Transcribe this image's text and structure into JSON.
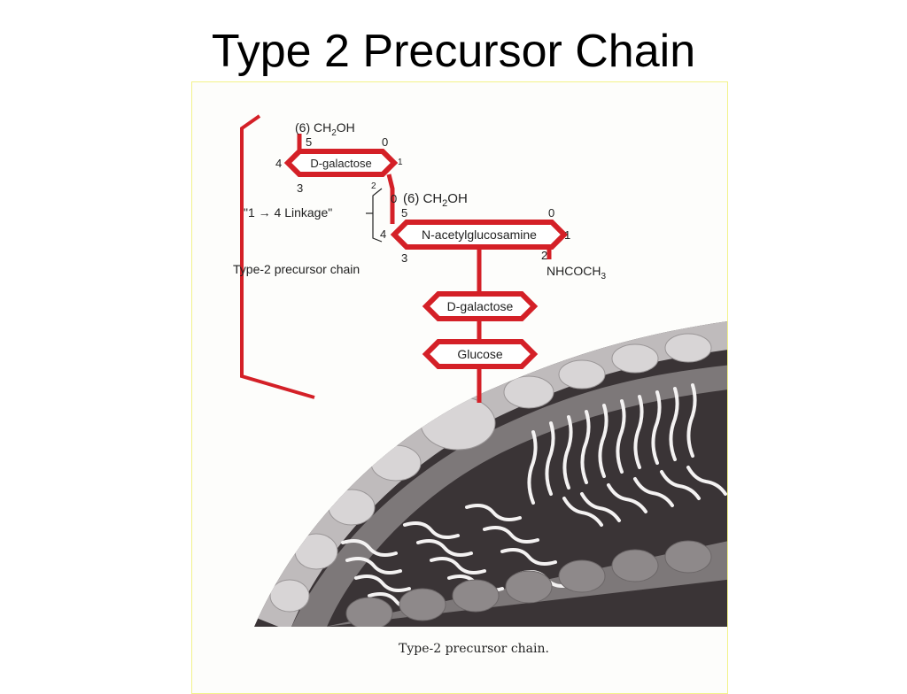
{
  "title": "Type 2 Precursor Chain",
  "diagram": {
    "galactose_top": {
      "ch2oh_prefix": "(6) CH",
      "ch2oh_sub": "2",
      "ch2oh_suffix": "OH",
      "pos5": "5",
      "pos0": "0",
      "pos4": "4",
      "pos1": "1",
      "pos3": "3",
      "pos2": "2",
      "name": "D-galactose"
    },
    "linkage_label": "\"1 → 4 Linkage\"",
    "nag": {
      "ch2oh_prefix": "(6) CH",
      "ch2oh_sub": "2",
      "ch2oh_suffix": "OH",
      "pos0_top": "0",
      "pos5": "5",
      "pos0_right": "0",
      "pos4": "4",
      "pos1": "1",
      "pos3": "3",
      "pos2": "2",
      "name": "N-acetylglucosamine",
      "group_prefix": "NHCOCH",
      "group_sub": "3"
    },
    "bracket_label": "Type-2 precursor chain",
    "galactose_lower": "D-galactose",
    "glucose": "Glucose",
    "caption": "Type-2 precursor chain.",
    "colors": {
      "chain": "#d42027",
      "membrane_dark": "#3a3436",
      "membrane_mid": "#7d7879",
      "membrane_light": "#bfbbbc"
    }
  }
}
